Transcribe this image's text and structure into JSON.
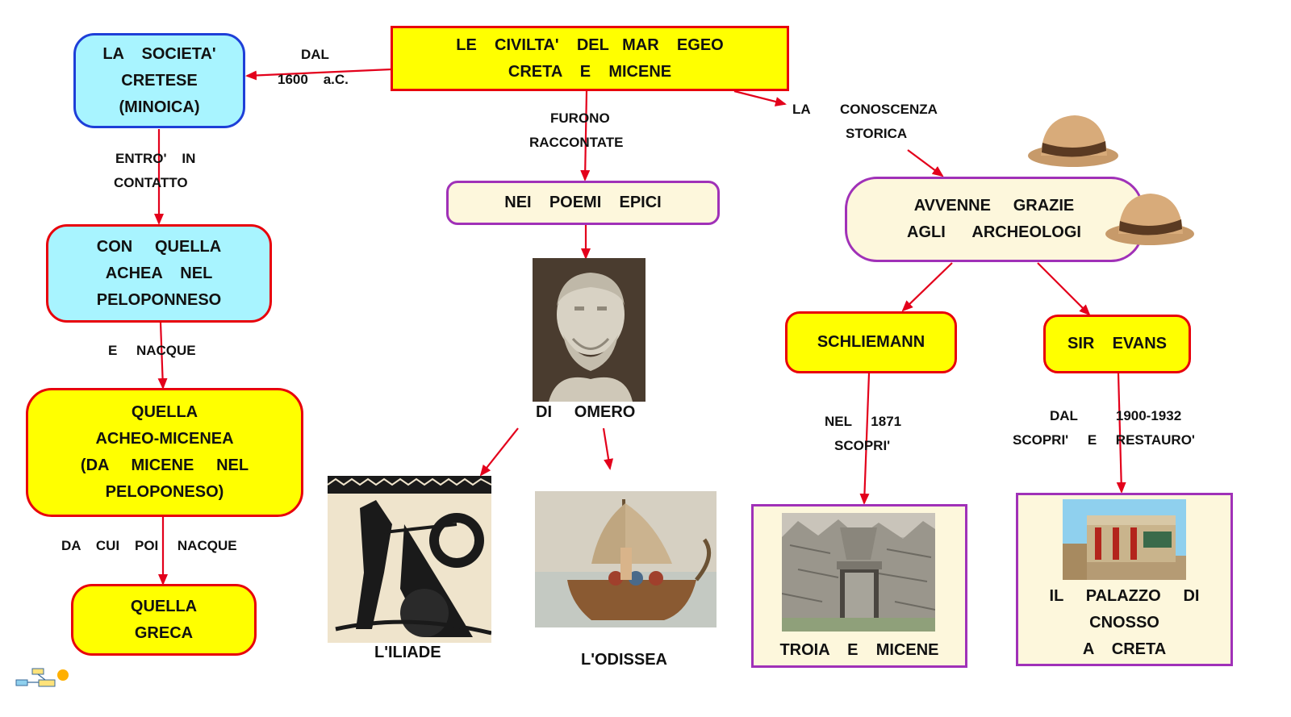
{
  "colors": {
    "yellow_fill": "#ffff00",
    "cyan_fill": "#a8f4ff",
    "cream_fill": "#fdf7dc",
    "red_border": "#e8000b",
    "blue_border": "#1e3fd8",
    "purple_border": "#a031b8",
    "arrow": "#e3001b"
  },
  "nodes": {
    "title": {
      "line1": "LE    CIVILTA'    DEL   MAR    EGEO",
      "line2": "CRETA    E    MICENE"
    },
    "cretan_society": {
      "line1": "LA    SOCIETA'",
      "line2": "CRETESE",
      "line3": "(MINOICA)"
    },
    "achaean": {
      "line1": "CON     QUELLA",
      "line2": "ACHEA    NEL",
      "line3": "PELOPONNESO"
    },
    "achaean_mycenaean": {
      "line1": "QUELLA",
      "line2": "ACHEO-MICENEA",
      "line3": "(DA     MICENE     NEL",
      "line4": "PELOPONESO)"
    },
    "greek": {
      "line1": "QUELLA",
      "line2": "GRECA"
    },
    "epic_poems": {
      "line1": "NEI    POEMI    EPICI"
    },
    "archaeologists": {
      "line1": "AVVENNE     GRAZIE",
      "line2": "AGLI      ARCHEOLOGI"
    },
    "schliemann": {
      "line1": "SCHLIEMANN"
    },
    "evans": {
      "line1": "SIR    EVANS"
    },
    "troy": {
      "caption": "TROIA    E    MICENE"
    },
    "knossos": {
      "line1": "IL     PALAZZO     DI",
      "line2": "CNOSSO",
      "line3": "A    CRETA"
    }
  },
  "labels": {
    "dal": "DAL",
    "year_1600": "1600    a.C.",
    "furono": "FURONO",
    "raccontate": "RACCONTATE",
    "la": "LA",
    "conoscenza": "CONOSCENZA",
    "storica": "STORICA",
    "entro_in": "ENTRO'    IN",
    "contatto": "CONTATTO",
    "e_nacque": "E     NACQUE",
    "da_cui": "DA    CUI    POI     NACQUE",
    "nel_1871": "NEL     1871",
    "scopri": "SCOPRI'",
    "dal_years": "DAL          1900-1932",
    "scopri_restauro": "SCOPRI'     E     RESTAURO'"
  },
  "captions": {
    "omero": "DI     OMERO",
    "iliade": "L'ILIADE",
    "odissea": "L'ODISSEA"
  },
  "icons": [
    "homer-bust-icon",
    "iliad-vase-icon",
    "odyssey-mosaic-icon",
    "lion-gate-icon",
    "knossos-palace-icon",
    "fedora-hat-icon",
    "cmap-logo-icon"
  ]
}
